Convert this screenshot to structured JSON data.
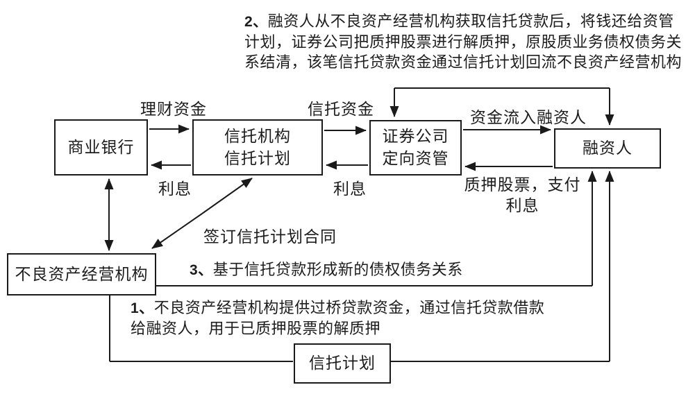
{
  "boxes": {
    "bank": {
      "label": "商业银行"
    },
    "trust": {
      "line1": "信托机构",
      "line2": "信托计划"
    },
    "securities": {
      "line1": "证券公司",
      "line2": "定向资管"
    },
    "financier": {
      "label": "融资人"
    },
    "npa": {
      "label": "不良资产经营机构"
    },
    "trust_plan": {
      "label": "信托计划"
    }
  },
  "edge_labels": {
    "wealth_funds": "理财资金",
    "trust_funds": "信托资金",
    "funds_to_financier": "资金流入融资人",
    "interest_bank": "利息",
    "interest_trust": "利息",
    "pledge_line1": "质押股票，支付",
    "pledge_line2": "利息",
    "sign_contract": "签订信托计划合同"
  },
  "notes": {
    "note2": {
      "num": "2、",
      "line1": "融资人从不良资产经营机构获取信托贷款后，将钱还给资管",
      "line2": "计划，证券公司把质押股票进行解质押，原股质业务债权债务关",
      "line3": "系结清，该笔信托贷款资金通过信托计划回流不良资产经营机构"
    },
    "note3": {
      "num": "3、",
      "text": "基于信托贷款形成新的债权债务关系"
    },
    "note1": {
      "num": "1、",
      "line1": "不良资产经营机构提供过桥贷款资金，通过信托贷款借款",
      "line2": "给融资人，用于已质押股票的解质押"
    }
  },
  "colors": {
    "line": "#1a1a1a",
    "text": "#1c1c1c",
    "background": "#ffffff"
  }
}
